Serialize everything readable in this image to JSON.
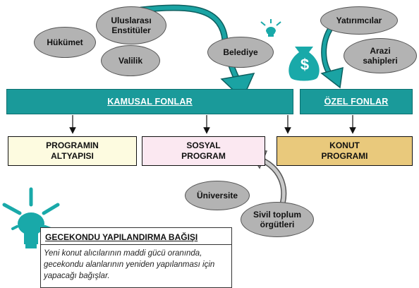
{
  "ellipses": {
    "hukumet": "Hükümet",
    "uluslararasi": "Uluslarası\nEnstitüler",
    "valilik": "Valilik",
    "belediye": "Belediye",
    "yatirimcilar": "Yatırımcılar",
    "arazi": "Arazi\nsahipleri",
    "universite": "Üniversite",
    "sivil": "Sivil toplum\nörgütleri"
  },
  "bars": {
    "kamusal": "KAMUSAL FONLAR",
    "ozel": "ÖZEL FONLAR"
  },
  "boxes": {
    "altyapi": "PROGRAMIN\nALTYAPISI",
    "sosyal": "SOSYAL\nPROGRAM",
    "konut": "KONUT\nPROGRAMI"
  },
  "note": {
    "title": "GECEKONDU YAPILANDIRMA BAĞIŞI",
    "body": "Yeni konut alıcılarının maddi gücü oranında, gecekondu alanlarının yeniden yapılanması için yapacağı bağışlar."
  },
  "money_symbol": "$",
  "colors": {
    "teal": "#1a9a9a",
    "ellipse_gray": "#b3b3b3",
    "box_yellow": "#fdfbe0",
    "box_pink": "#fbe8f1",
    "box_tan": "#e9c97c"
  },
  "icons": [
    "lightbulb-icon",
    "money-bag-icon",
    "curved-arrow-icon",
    "down-arrow-icon"
  ]
}
